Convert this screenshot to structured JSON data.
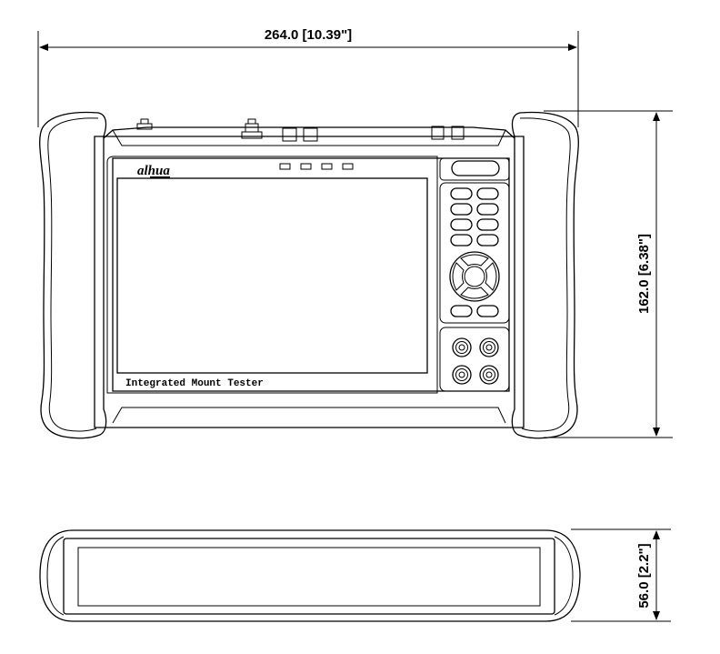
{
  "dimensions": {
    "width_label": "264.0 [10.39\"]",
    "height_label": "162.0 [6.38\"]",
    "depth_label": "56.0 [2.2\"]"
  },
  "device": {
    "brand": "alhua",
    "screen_caption": "Integrated Mount Tester",
    "status_led_count": 4,
    "keypad_rows": 4,
    "connector_count": 4
  },
  "colors": {
    "line": "#000000",
    "background": "#ffffff"
  }
}
